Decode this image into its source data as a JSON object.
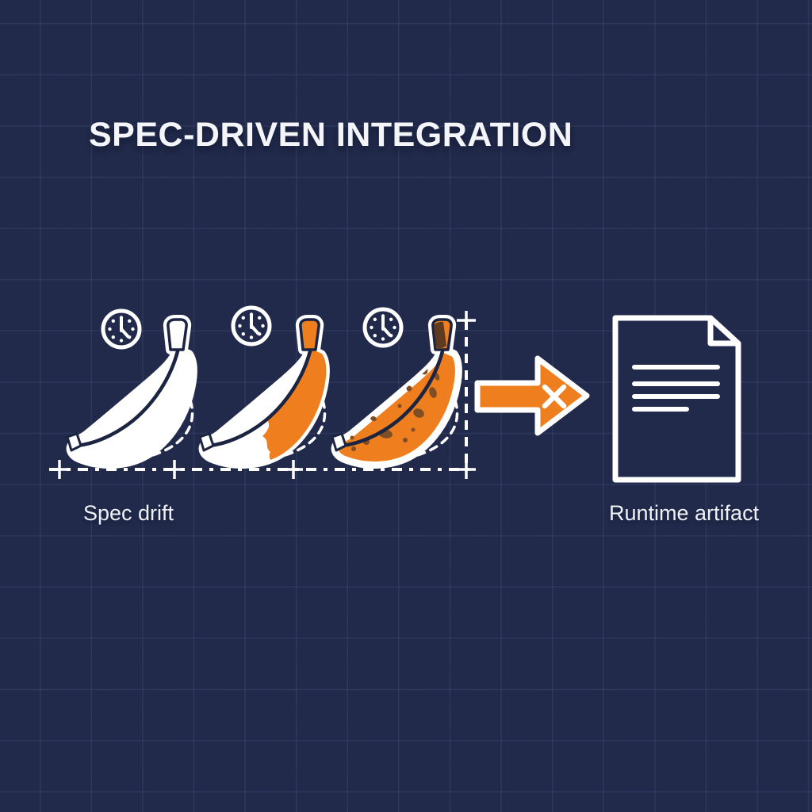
{
  "title": "SPEC-DRIVEN INTEGRATION",
  "labels": {
    "spec_drift": "Spec drift",
    "runtime_artifact": "Runtime artifact"
  },
  "colors": {
    "background": "#212A4B",
    "grid_line": "#3A4770",
    "text": "#F3F5F9",
    "accent_orange": "#EE7E1E",
    "icon_white": "#FFFFFF",
    "ink_navy": "#1B2441",
    "spot_brown": "#7F4E24",
    "stem_brown": "#5E3B1E"
  },
  "icons": {
    "stage_1": "banana-fresh-icon",
    "stage_2": "banana-ripening-icon",
    "stage_3": "banana-overripe-icon",
    "clock": "clock-icon",
    "arrow": "arrow-right-crossed-icon",
    "document": "document-icon"
  }
}
